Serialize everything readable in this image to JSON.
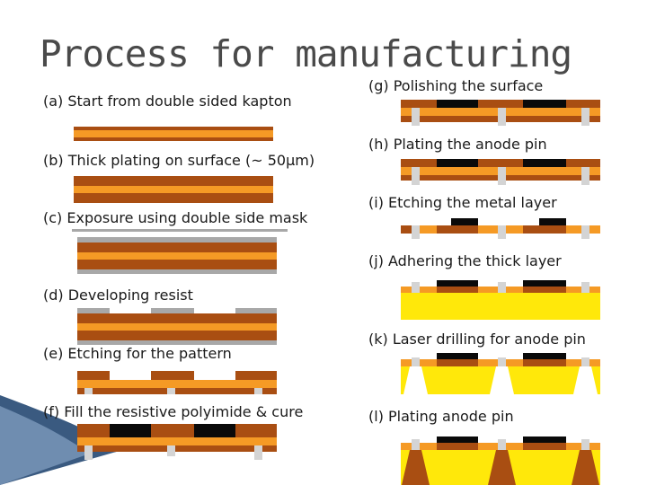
{
  "title": "Process for manufacturing",
  "colors": {
    "copper": "#a94e12",
    "kapton": "#f59a25",
    "resist": "#a8a8a8",
    "pin": "#d4d4d4",
    "black_layer": "#0a0a0a",
    "thick_layer": "#ffe80a",
    "cone": "#a94e12",
    "slide_accent": "#3a5a80"
  },
  "steps": {
    "a": "(a) Start from double sided kapton",
    "b": "(b) Thick plating on surface (~ 50μm)",
    "c": "(c) Exposure using double side mask",
    "d": "(d) Developing resist",
    "e": "(e) Etching for the pattern",
    "f": "(f) Fill the resistive polyimide & cure",
    "g": "(g) Polishing the surface",
    "h": "(h) Plating the anode pin",
    "i": "(i) Etching the metal layer",
    "j": "(j) Adhering the thick layer",
    "k": "(k) Laser drilling for anode pin",
    "l": "(l) Plating anode pin"
  }
}
